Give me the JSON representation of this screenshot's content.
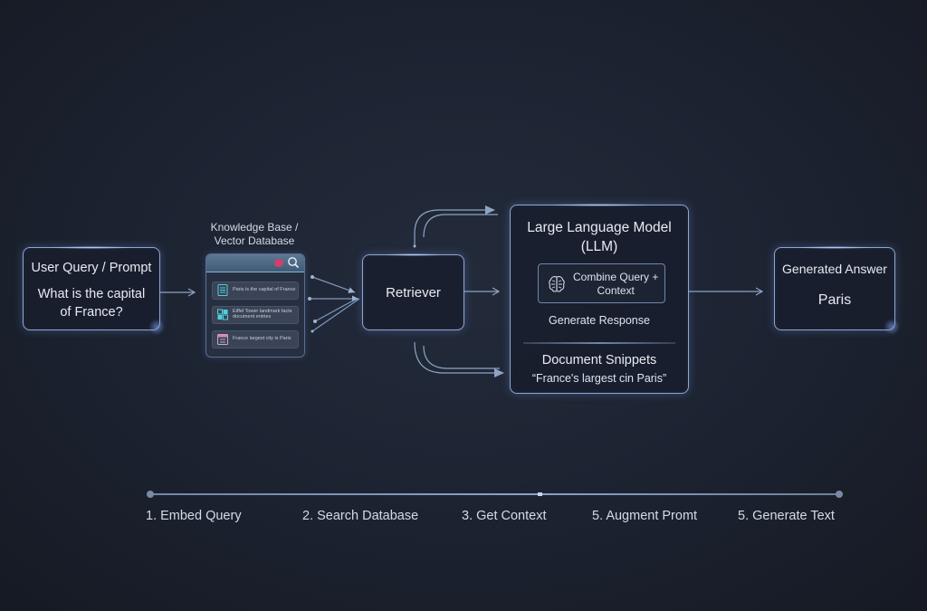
{
  "diagram": {
    "query_box": {
      "title": "User Query / Prompt",
      "line1": "What is the capital",
      "line2": "of France?"
    },
    "knowledge_base": {
      "label_line1": "Knowledge Base /",
      "label_line2": "Vector Database",
      "header_icons": [
        "record-dot-icon",
        "search-icon"
      ],
      "items": [
        {
          "icon": "document-icon",
          "text": "Paris is the capital of France"
        },
        {
          "icon": "data-icon",
          "text": "Eiffel Tower landmark facts",
          "subtext": "document entries"
        },
        {
          "icon": "calendar-icon",
          "text": "France largest city is Paris"
        }
      ]
    },
    "retriever": {
      "title": "Retriever"
    },
    "llm": {
      "title_line1": "Large Language Model",
      "title_line2": "(LLM)",
      "combine_line1": "Combine Query +",
      "combine_line2": "Context",
      "combine_icon": "brain-icon",
      "generate": "Generate Response",
      "snippets_title": "Document Snippets",
      "snippets_quote": "“France's largest cin Paris”"
    },
    "answer_box": {
      "title": "Generated Answer",
      "value": "Paris"
    }
  },
  "timeline": {
    "steps": [
      {
        "label": "1. Embed Query"
      },
      {
        "label": "2. Search Database"
      },
      {
        "label": "3. Get Context"
      },
      {
        "label": "5. Augment Promt"
      },
      {
        "label": "5. Generate Text"
      }
    ]
  },
  "colors": {
    "background": "#1c2230",
    "box_border": "#8fa7cc",
    "connector": "#8ea3c4",
    "text": "#e6ebf3",
    "accent_red": "#d0406a",
    "accent_teal": "#4fd1d9"
  }
}
